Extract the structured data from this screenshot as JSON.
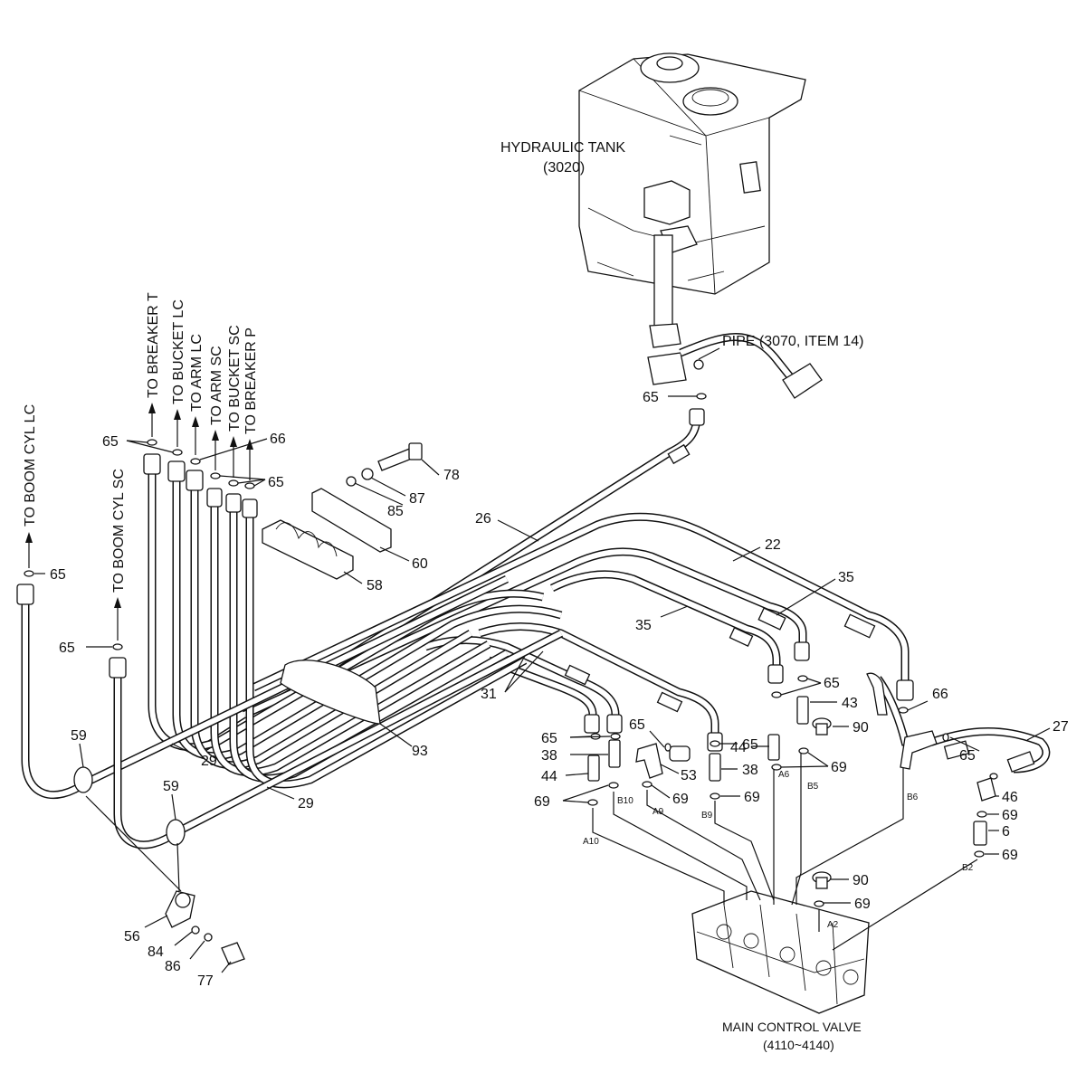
{
  "labels": {
    "hydraulic_tank": "HYDRAULIC TANK",
    "hydraulic_tank_ref": "(3020)",
    "pipe_ref": "PIPE (3070, ITEM 14)",
    "main_control_valve": "MAIN CONTROL VALVE",
    "main_control_valve_ref": "(4110~4140)",
    "to_boom_cyl_lc": "TO BOOM CYL LC",
    "to_boom_cyl_sc": "TO BOOM CYL SC",
    "to_breaker_t": "TO BREAKER T",
    "to_bucket_lc": "TO BUCKET LC",
    "to_arm_lc": "TO ARM LC",
    "to_arm_sc": "TO ARM SC",
    "to_bucket_sc": "TO BUCKET SC",
    "to_breaker_p": "TO BREAKER P"
  },
  "ports": {
    "a10": "A10",
    "b10": "B10",
    "a9": "A9",
    "b9": "B9",
    "a6": "A6",
    "b5": "B5",
    "b6": "B6",
    "b2": "B2",
    "a2": "A2"
  },
  "callouts": {
    "c65_pipe": "65",
    "c65_left_top": "65",
    "c66_top": "66",
    "c65_top_right": "65",
    "c78": "78",
    "c87": "87",
    "c85": "85",
    "c60": "60",
    "c58": "58",
    "c65_boom_lc": "65",
    "c65_boom_sc": "65",
    "c26": "26",
    "c22": "22",
    "c35_a": "35",
    "c35_b": "35",
    "c31": "31",
    "c65_mid": "65",
    "c43": "43",
    "c66_right": "66",
    "c27": "27",
    "c90_a": "90",
    "c44_mid": "44",
    "c65_mid2": "65",
    "c69_mid": "69",
    "c65_elbow": "65",
    "c46": "46",
    "c69_r1": "69",
    "c6": "6",
    "c69_r2": "69",
    "c65_left2": "65",
    "c38_left": "38",
    "c44_left": "44",
    "c53": "53",
    "c38_mid": "38",
    "c69_left": "69",
    "c69_a9": "69",
    "c69_b9": "69",
    "c59_a": "59",
    "c59_b": "59",
    "c29_a": "29",
    "c29_b": "29",
    "c93": "93",
    "c90_b": "90",
    "c69_a2": "69",
    "c56": "56",
    "c84": "84",
    "c86": "86",
    "c77": "77"
  }
}
